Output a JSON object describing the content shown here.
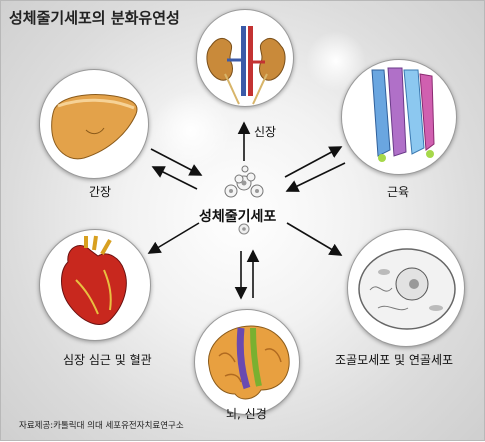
{
  "title": "성체줄기세포의 분화유연성",
  "center": {
    "label": "성체줄기세포"
  },
  "organs": {
    "kidney": "신장",
    "liver": "간장",
    "muscle": "근육",
    "heart": "심장 심근 및 혈관",
    "brain": "뇌, 신경",
    "bone": "조골모세포 및 연골세포"
  },
  "credit": "자료제공:카톨릭대 의대 세포유전자치료연구소",
  "colors": {
    "background": "#e6e6e6",
    "arrow": "#111111"
  }
}
